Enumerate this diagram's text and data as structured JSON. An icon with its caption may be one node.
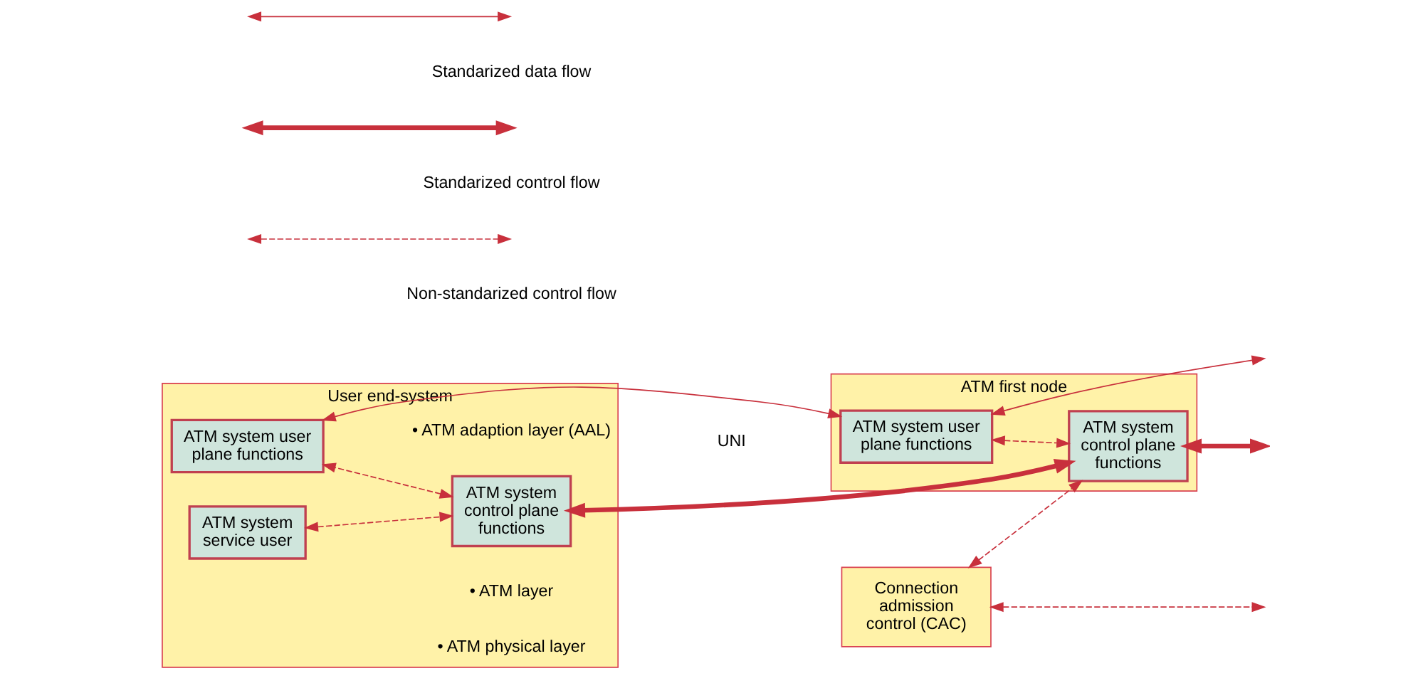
{
  "diagram": {
    "nodes": [
      {
        "text": [
          "User end-system"
        ]
      },
      {
        "text": [
          "ATM system service user"
        ],
        "in": 0
      },
      {
        "text": [
          "ATM system control plane functions"
        ],
        "in": 0
      },
      {
        "text": [
          "ATM system user plane functions"
        ],
        "in": 0
      },
      {
        "text": [
          "Connection admission control (CAC)"
        ]
      },
      {
        "text": [
          "ATM first node"
        ]
      },
      {
        "text": [
          "ATM system control plane functions"
        ],
        "in": 5
      },
      {
        "text": [
          "ATM system user plane functions"
        ],
        "in": 5
      }
    ],
    "edges": [
      {
        "from": 1,
        "to": 2,
        "arrow": "both",
        "style": "dashed"
      },
      {
        "from": 2,
        "to": 3,
        "arrow": "both",
        "style": "dashed"
      },
      {
        "from": 2,
        "to": 6,
        "arrow": "both",
        "style": "thick"
      },
      {
        "from": 3,
        "to": 7,
        "arrow": "both"
      },
      {
        "from": 4,
        "to": 6,
        "arrow": "both",
        "style": "dashed"
      },
      {
        "from": 7,
        "to": 6,
        "arrow": "both",
        "style": "dashed"
      },
      {
        "from": 6,
        "to": null,
        "arrow": "both",
        "style": "thick"
      },
      {
        "from": 7,
        "to": null,
        "arrow": "both"
      },
      {
        "from": 4,
        "to": null,
        "arrow": "both",
        "style": "dashed"
      }
    ],
    "labels": [
      "• ATM adaption layer (AAL)",
      "• ATM layer",
      "• ATM physical layer",
      "UNI"
    ],
    "legend": [
      {
        "text": "Standarized data flow"
      },
      {
        "text": "Standarized control flow"
      },
      {
        "text": "Non-standarized control flow"
      }
    ]
  }
}
